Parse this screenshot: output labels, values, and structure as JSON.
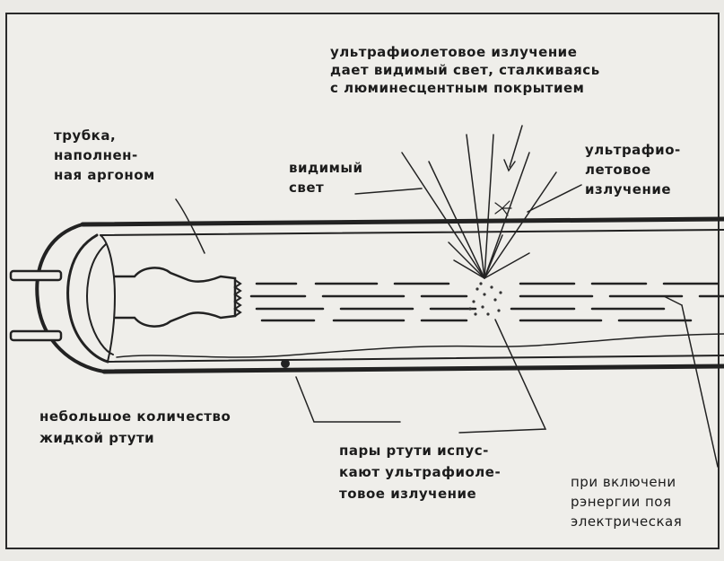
{
  "labels": {
    "uv_top": [
      "ультрафиолетовое излучение",
      "дает видимый свет, сталкиваясь",
      "с люминесцентным покрытием"
    ],
    "tube": [
      "трубка,",
      "наполнен-",
      "ная аргоном"
    ],
    "visible_light": [
      "видимый",
      "свет"
    ],
    "uv_right": [
      "ультрафио-",
      "летовое",
      "излучение"
    ],
    "mercury_liquid": [
      "небольшое количество",
      "жидкой ртути"
    ],
    "mercury_vapor": [
      "пары ртути испус-",
      "кают ультрафиоле-",
      "товое излучение"
    ],
    "switch_on": [
      "при включени",
      "рэнергии поя",
      "электрическая"
    ]
  }
}
